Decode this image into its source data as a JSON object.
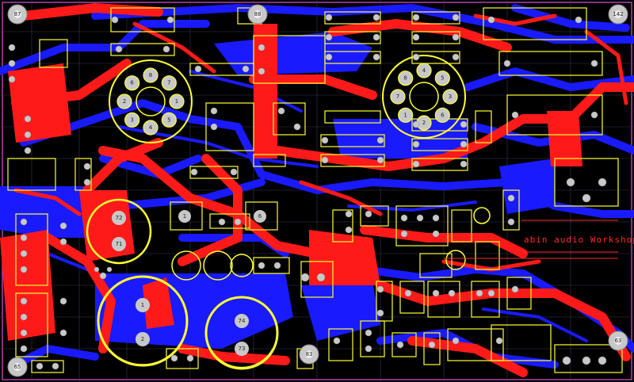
{
  "brand_text": "abin audio Workshop",
  "mount_holes": [
    {
      "label": "87"
    },
    {
      "label": "88"
    },
    {
      "label": "142"
    },
    {
      "label": "65"
    },
    {
      "label": "83"
    },
    {
      "label": "63"
    }
  ],
  "tube_pins_left": [
    "8",
    "7",
    "1",
    "5",
    "4",
    "3",
    "2",
    "6"
  ],
  "tube_pins_right": [
    "4",
    "5",
    "3",
    "6",
    "2",
    "1",
    "7",
    "8"
  ],
  "cap_labels": {
    "c72": "72",
    "c71": "71",
    "c1": "1",
    "c2": "2",
    "c74": "74",
    "c73": "73"
  },
  "pad_labels": {
    "p1": "1",
    "p6": "6"
  },
  "colors": {
    "background": "#000000",
    "top_copper": "#ff1a1a",
    "bottom_copper": "#1a1aff",
    "silkscreen": "#ffff33",
    "pad": "#c8c8c8",
    "brand": "#ff2a2a"
  }
}
